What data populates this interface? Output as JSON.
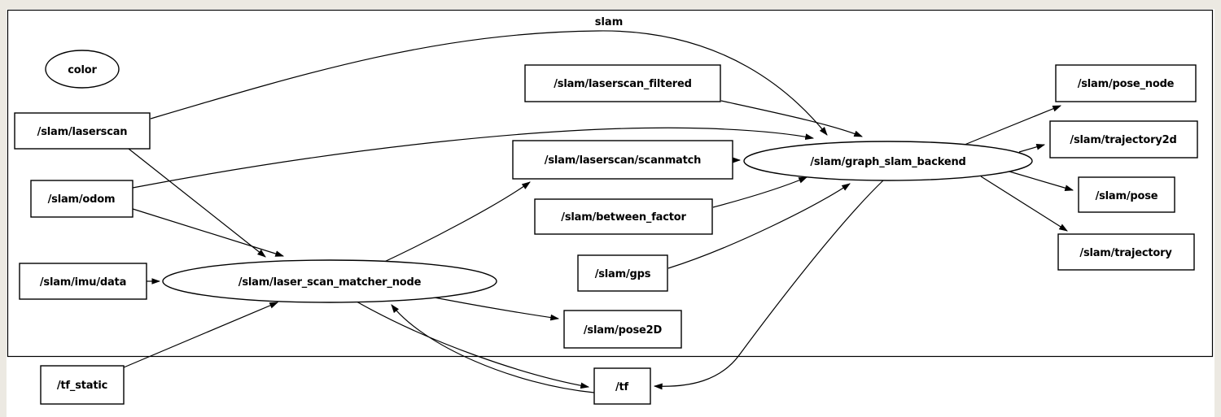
{
  "colors": {
    "window_frame": "#ece9e2",
    "canvas": "#ffffff",
    "stroke": "#000000"
  },
  "cluster": {
    "label": "slam"
  },
  "nodes": {
    "color": {
      "label": "color",
      "kind": "node"
    },
    "laserscan": {
      "label": "/slam/laserscan",
      "kind": "topic"
    },
    "odom": {
      "label": "/slam/odom",
      "kind": "topic"
    },
    "imu_data": {
      "label": "/slam/imu/data",
      "kind": "topic"
    },
    "tf_static": {
      "label": "/tf_static",
      "kind": "topic"
    },
    "laserscan_filtered": {
      "label": "/slam/laserscan_filtered",
      "kind": "topic"
    },
    "laserscan_scanmatch": {
      "label": "/slam/laserscan/scanmatch",
      "kind": "topic"
    },
    "between_factor": {
      "label": "/slam/between_factor",
      "kind": "topic"
    },
    "gps": {
      "label": "/slam/gps",
      "kind": "topic"
    },
    "pose2d": {
      "label": "/slam/pose2D",
      "kind": "topic"
    },
    "tf": {
      "label": "/tf",
      "kind": "topic"
    },
    "pose_node": {
      "label": "/slam/pose_node",
      "kind": "topic"
    },
    "trajectory2d": {
      "label": "/slam/trajectory2d",
      "kind": "topic"
    },
    "pose": {
      "label": "/slam/pose",
      "kind": "topic"
    },
    "trajectory": {
      "label": "/slam/trajectory",
      "kind": "topic"
    },
    "laser_scan_matcher_node": {
      "label": "/slam/laser_scan_matcher_node",
      "kind": "node"
    },
    "graph_slam_backend": {
      "label": "/slam/graph_slam_backend",
      "kind": "node"
    }
  },
  "edges": [
    {
      "from": "/slam/laserscan",
      "to": "/slam/graph_slam_backend"
    },
    {
      "from": "/slam/laserscan",
      "to": "/slam/laser_scan_matcher_node"
    },
    {
      "from": "/slam/odom",
      "to": "/slam/graph_slam_backend"
    },
    {
      "from": "/slam/odom",
      "to": "/slam/laser_scan_matcher_node"
    },
    {
      "from": "/slam/imu/data",
      "to": "/slam/laser_scan_matcher_node"
    },
    {
      "from": "/tf_static",
      "to": "/slam/laser_scan_matcher_node"
    },
    {
      "from": "/slam/laser_scan_matcher_node",
      "to": "/slam/laserscan/scanmatch"
    },
    {
      "from": "/slam/laser_scan_matcher_node",
      "to": "/slam/pose2D"
    },
    {
      "from": "/slam/laser_scan_matcher_node",
      "to": "/tf"
    },
    {
      "from": "/tf",
      "to": "/slam/laser_scan_matcher_node"
    },
    {
      "from": "/slam/laserscan/scanmatch",
      "to": "/slam/graph_slam_backend"
    },
    {
      "from": "/slam/laserscan_filtered",
      "to": "/slam/graph_slam_backend"
    },
    {
      "from": "/slam/between_factor",
      "to": "/slam/graph_slam_backend"
    },
    {
      "from": "/slam/gps",
      "to": "/slam/graph_slam_backend"
    },
    {
      "from": "/slam/graph_slam_backend",
      "to": "/slam/pose_node"
    },
    {
      "from": "/slam/graph_slam_backend",
      "to": "/slam/trajectory2d"
    },
    {
      "from": "/slam/graph_slam_backend",
      "to": "/slam/pose"
    },
    {
      "from": "/slam/graph_slam_backend",
      "to": "/tf"
    },
    {
      "from": "/slam/graph_slam_backend",
      "to": "/slam/trajectory"
    }
  ]
}
